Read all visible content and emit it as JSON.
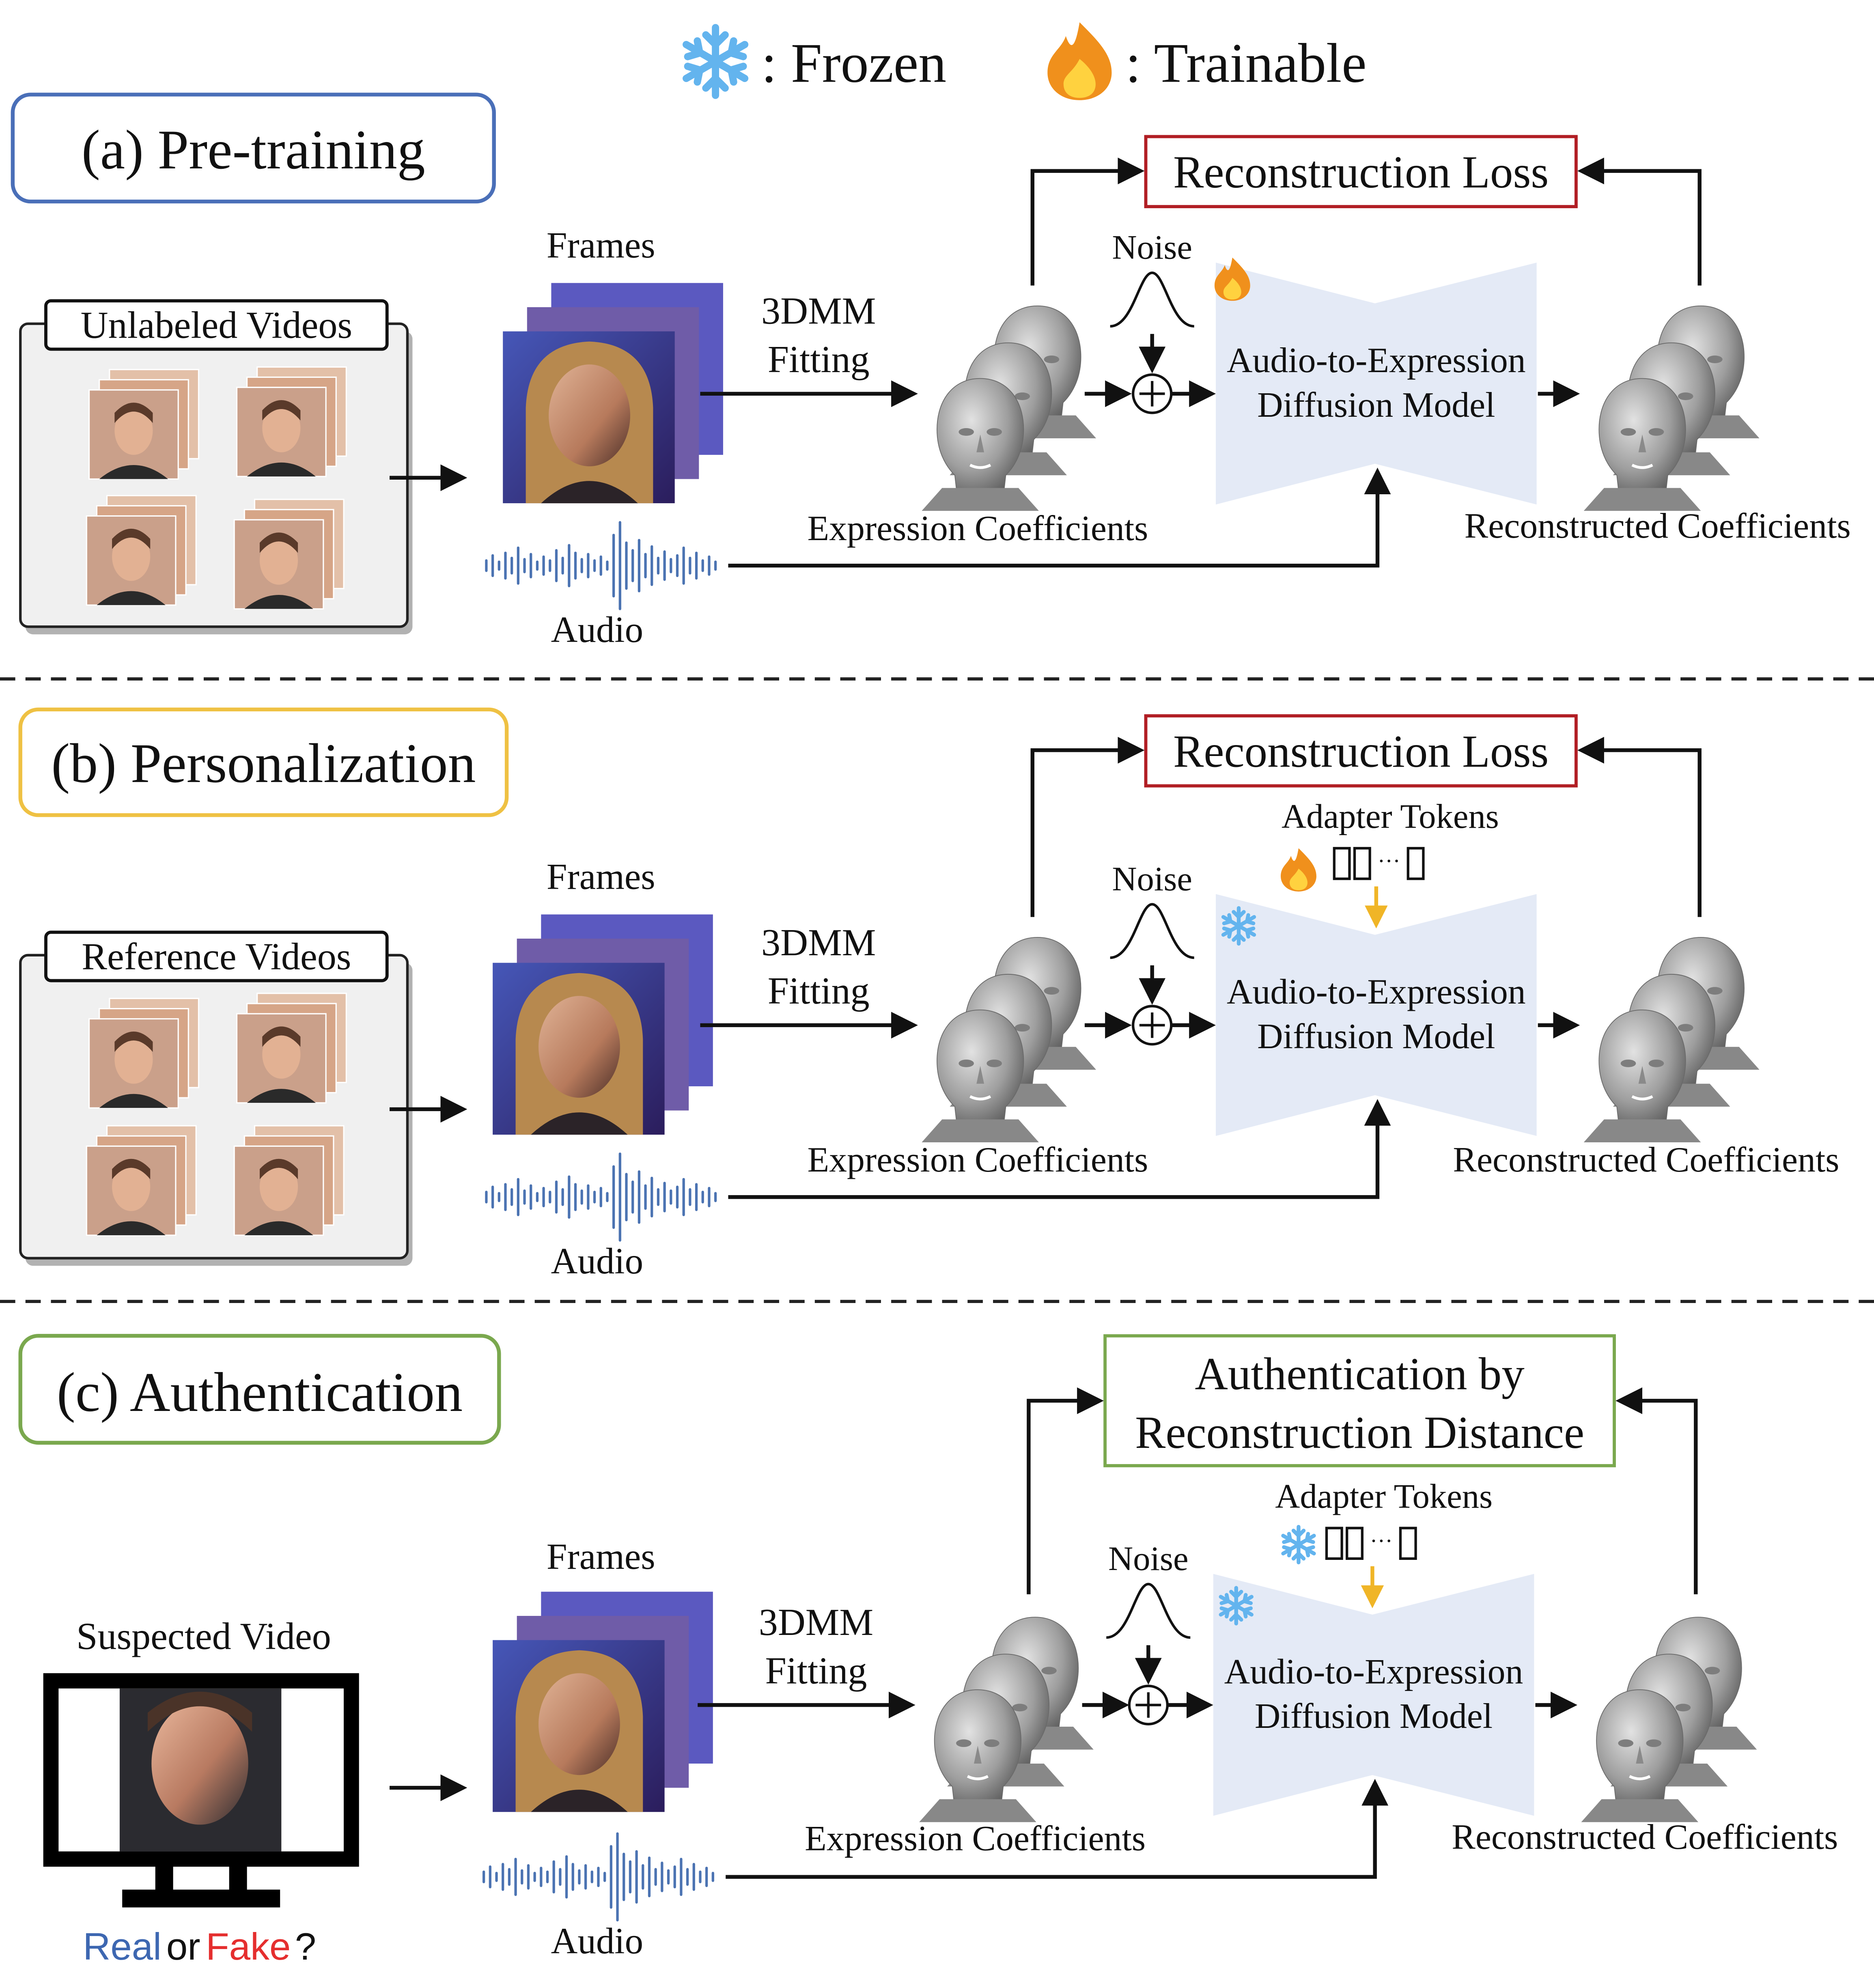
{
  "legend": {
    "frozen_label": ": Frozen",
    "trainable_label": ": Trainable"
  },
  "common": {
    "frames": "Frames",
    "fitting_line1": "3DMM",
    "fitting_line2": "Fitting",
    "noise": "Noise",
    "model_line1": "Audio-to-Expression",
    "model_line2": "Diffusion Model",
    "expr_coeffs": "Expression Coefficients",
    "recon_coeffs": "Reconstructed Coefficients",
    "audio": "Audio",
    "adapter_tokens": "Adapter Tokens",
    "token_dots": "···"
  },
  "panels": [
    {
      "title": "(a) Pre-training",
      "video_label": "Unlabeled Videos",
      "loss_label": "Reconstruction Loss",
      "border_color": "#4a6fb8"
    },
    {
      "title": "(b) Personalization",
      "video_label": "Reference Videos",
      "loss_label": "Reconstruction Loss",
      "border_color": "#efc143"
    },
    {
      "title": "(c) Authentication",
      "video_label": "Suspected Video",
      "auth_line1": "Authentication by",
      "auth_line2": "Reconstruction Distance",
      "border_color": "#7aa84e"
    }
  ],
  "question": {
    "real": "Real",
    "or": "or",
    "fake": "Fake",
    "mark": "?"
  },
  "colors": {
    "real": "#3d67b1",
    "fake": "#e52e2e",
    "loss_border": "#b11e24",
    "auth_border": "#7aa84e",
    "model_fill": "#e4eaf6",
    "audio_wave": "#4b73b2",
    "adapter_arrow": "#f0b527",
    "snowflake": "#63b4ee",
    "flame_outer": "#f0901c",
    "flame_inner": "#ffd23f"
  },
  "icons": {
    "frozen": "snowflake-icon",
    "trainable": "flame-icon"
  }
}
